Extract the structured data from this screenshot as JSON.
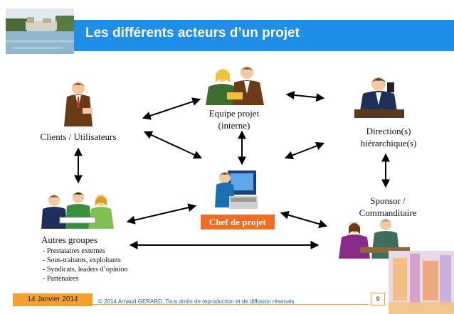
{
  "title": "Les différents acteurs d’un projet",
  "nodes": {
    "equipe": [
      "Equipe projet",
      "(interne)"
    ],
    "clients": "Clients / Utilisateurs",
    "direction": [
      "Direction(s)",
      "hiérarchique(s)"
    ],
    "sponsor": [
      "Sponsor /",
      "Commanditaire"
    ],
    "chef": "Chef de projet",
    "autres": "Autres groupes"
  },
  "autres_list": [
    "- Prestataires externes",
    "- Sous-traitants, exploitants",
    "- Syndicats, leaders d’opinion",
    "- Partenaires"
  ],
  "footer": {
    "date": "14 Janvier 2014",
    "copyright": "© 2014 Arnaud GERARD, Tous droits de reproduction et de diffusion réservés",
    "page": "9"
  },
  "colors": {
    "header_band": "#1f8ee8",
    "chef_box": "#f36c21",
    "footer_accent": "#f7a02d"
  }
}
